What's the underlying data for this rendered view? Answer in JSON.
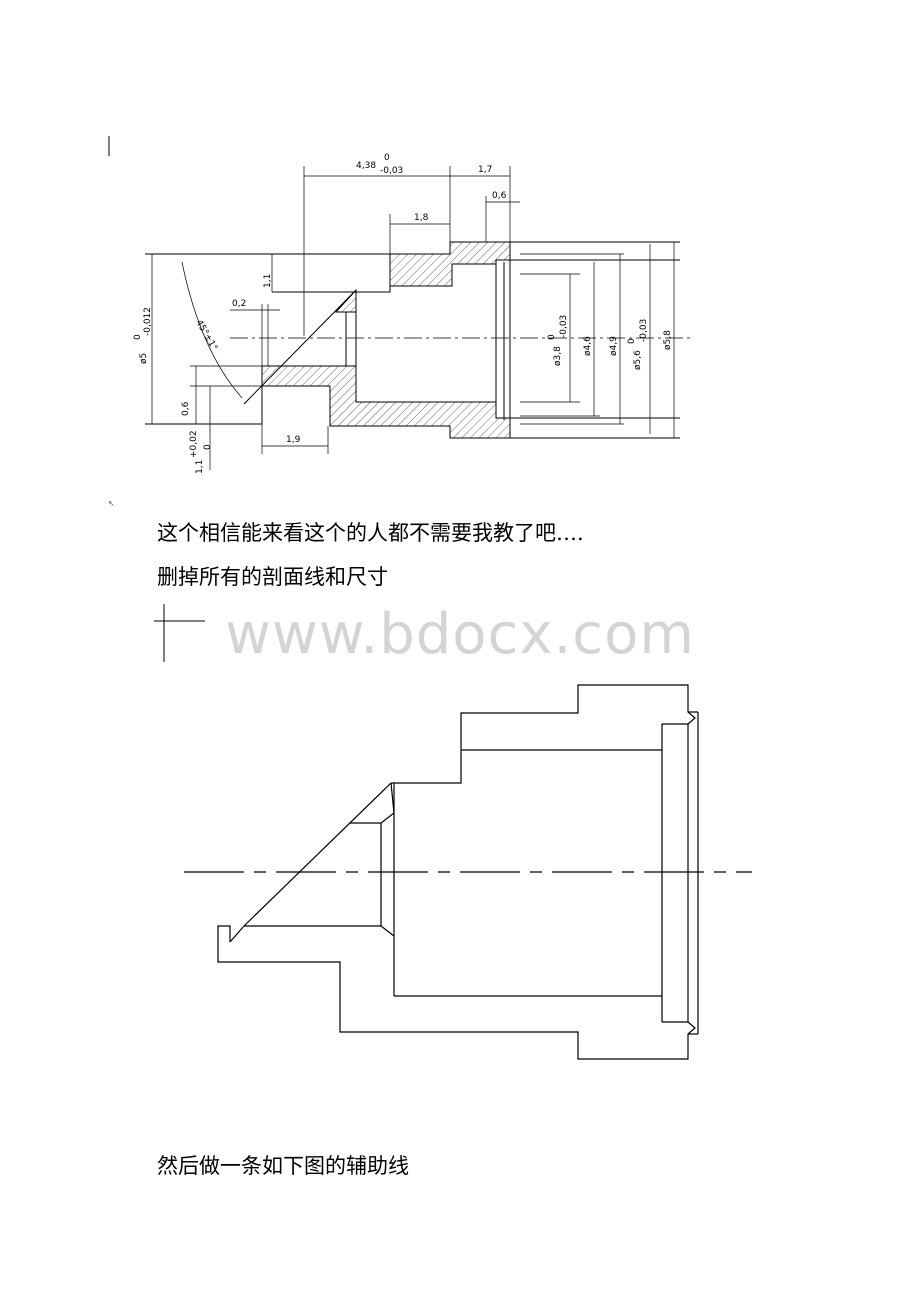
{
  "drawing1": {
    "dims": {
      "d1": "4,38",
      "d1_tol_upper": "0",
      "d1_tol_lower": "-0,03",
      "d2": "1,7",
      "d3": "0,6",
      "d4": "1,8",
      "d5": "1,1",
      "d6": "0,2",
      "d7": "45°±1°",
      "d8": "ø5",
      "d8_tol_upper": "0",
      "d8_tol_lower": "-0,012",
      "d9": "0,6",
      "d10": "1,1",
      "d10_tol_upper": "+0,02",
      "d10_tol_lower": "0",
      "d11": "1,9",
      "d12": "ø3,8",
      "d12_tol_upper": "0",
      "d12_tol_lower": "-0,03",
      "d13": "ø4,6",
      "d14": "ø4,9",
      "d15": "ø5,6",
      "d15_tol_upper": "0",
      "d15_tol_lower": "-0,03",
      "d16": "ø5,8"
    }
  },
  "text": {
    "para1": "这个相信能来看这个的人都不需要我教了吧….",
    "para2": "删掉所有的剖面线和尺寸",
    "para3": "然后做一条如下图的辅助线"
  },
  "watermark": "www.bdocx.com"
}
